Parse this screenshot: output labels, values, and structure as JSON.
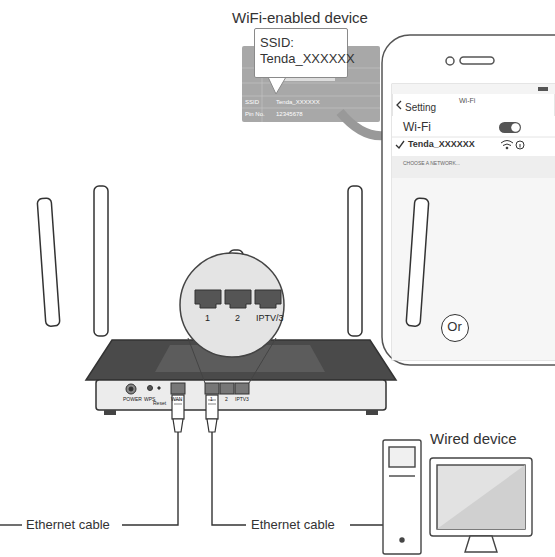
{
  "diagram": {
    "title": "WiFi-enabled device",
    "nodes": [
      {
        "text": [
          "SSID: Tenda_XXXXXX"
        ]
      },
      {
        "text": [
          "Setting",
          "Wi-Fi",
          "Wi-Fi",
          "Tenda_XXXXXX",
          "CHOOSE A NETWORK..."
        ]
      },
      {
        "text": [
          "Or"
        ]
      },
      {
        "text": [
          "Wired device"
        ]
      }
    ],
    "labels": [
      "SSID",
      "Tenda_XXXXXX",
      "Pin No.",
      "12345678",
      "1",
      "2",
      "IPTV/3",
      "POWER",
      "WPS",
      "Reset",
      "WAN",
      "1",
      "2",
      "IPTV3",
      "Ethernet cable",
      "Ethernet cable"
    ]
  }
}
